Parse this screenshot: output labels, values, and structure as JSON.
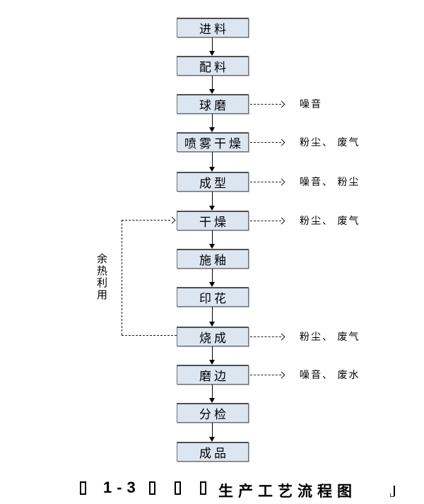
{
  "diagram": {
    "title_hint": "生产工艺流程图",
    "steps": [
      {
        "label": "进料"
      },
      {
        "label": "配料"
      },
      {
        "label": "球磨",
        "emission": "噪音"
      },
      {
        "label": "喷雾干燥",
        "emission": "粉尘、 废气"
      },
      {
        "label": "成型",
        "emission": "噪音、 粉尘"
      },
      {
        "label": "干燥",
        "emission": "粉尘、 废气"
      },
      {
        "label": "施釉"
      },
      {
        "label": "印花"
      },
      {
        "label": "烧成",
        "emission": "粉尘、 废气"
      },
      {
        "label": "磨边",
        "emission": "噪音、 废水"
      },
      {
        "label": "分检"
      },
      {
        "label": "成品"
      }
    ],
    "feedback": {
      "label": "余热利用",
      "from_step": "烧成",
      "to_step": "干燥",
      "line_style": "dashed"
    }
  },
  "caption": {
    "figure_number": "1-3",
    "title": "生产工艺流程图",
    "missing_glyph_boxes_before_number": 1,
    "missing_glyph_boxes_after_number": 3
  },
  "colors": {
    "background": "#ffffff",
    "box_fill": "#dce6f1",
    "box_border": "#6f6f6f",
    "line": "#000000"
  }
}
